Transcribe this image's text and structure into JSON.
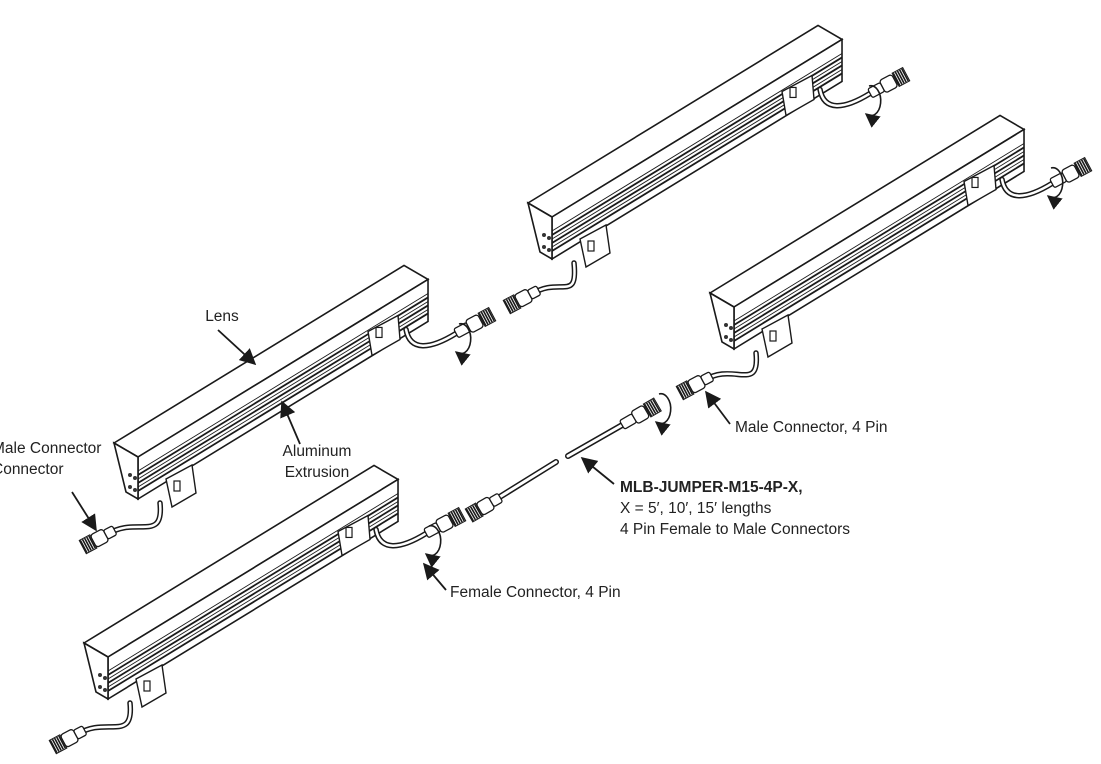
{
  "labels": {
    "lens": "Lens",
    "aluminum_1": "Aluminum",
    "aluminum_2": "Extrusion",
    "male_left_1": "Male Connector",
    "male_left_2": "Connector",
    "male_right": "Male Connector, 4 Pin",
    "female": "Female Connector, 4 Pin",
    "jumper_title": "MLB-JUMPER-M15-4P-X,",
    "jumper_line2": "X = 5′, 10′, 15′ lengths",
    "jumper_line3": "4 Pin Female to Male Connectors"
  },
  "colors": {
    "line": "#1a1a1a",
    "fill": "#ffffff",
    "bolt": "#333333"
  }
}
